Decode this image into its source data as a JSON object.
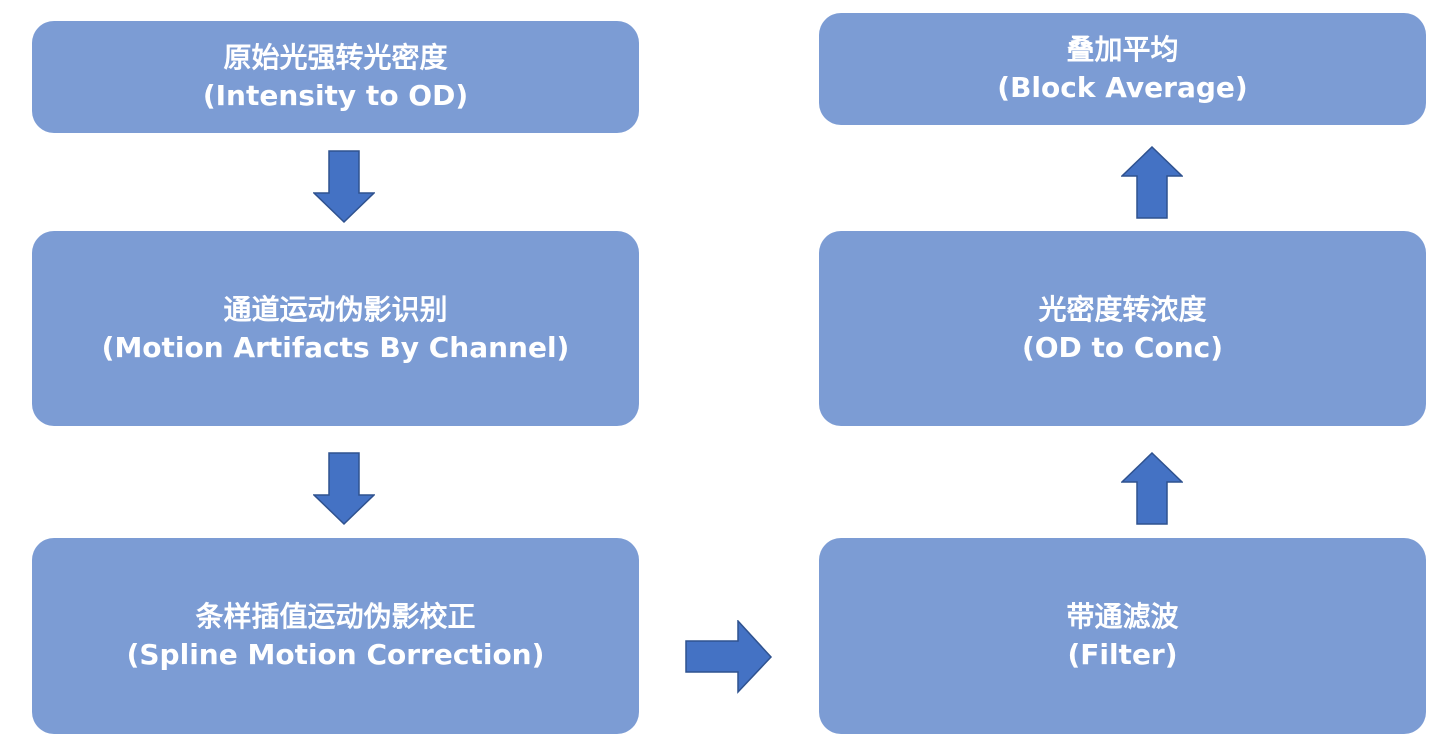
{
  "steps": {
    "intensity_to_od": {
      "zh": "原始光强转光密度",
      "en": "(Intensity to OD)"
    },
    "motion_artifacts": {
      "zh": "通道运动伪影识别",
      "en": "(Motion Artifacts By Channel)"
    },
    "spline_correction": {
      "zh": "条样插值运动伪影校正",
      "en": "(Spline Motion Correction)"
    },
    "filter": {
      "zh": "带通滤波",
      "en": "(Filter)"
    },
    "od_to_conc": {
      "zh": "光密度转浓度",
      "en": "(OD to Conc)"
    },
    "block_average": {
      "zh": "叠加平均",
      "en": "(Block Average)"
    }
  },
  "colors": {
    "box_fill": "#7c9cd4",
    "arrow_fill": "#4472c4",
    "arrow_stroke": "#2f528f",
    "text": "#ffffff"
  }
}
